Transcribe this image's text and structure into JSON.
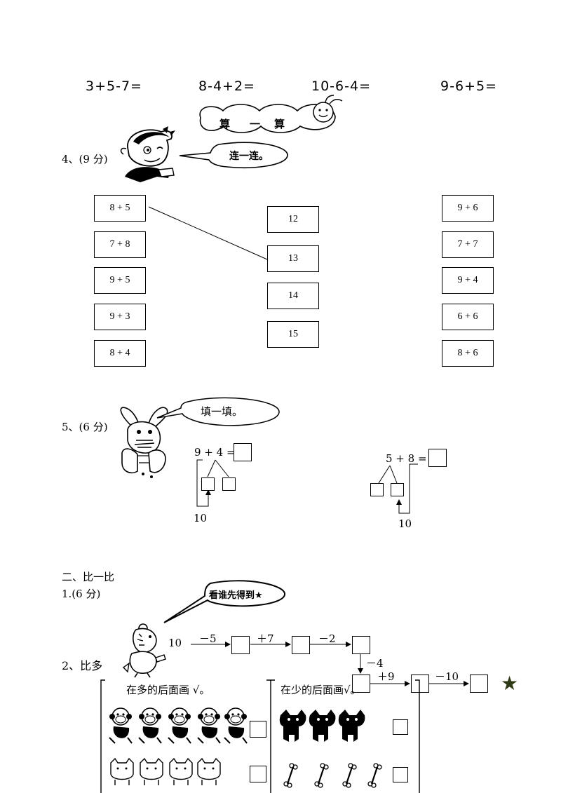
{
  "top_equations": [
    "3+5-7=",
    "8-4+2=",
    "10-6-4=",
    "9-6+5="
  ],
  "caterpillar": {
    "chars": [
      "算",
      "一",
      "算"
    ]
  },
  "q4": {
    "label": "4、(9 分)",
    "bubble": "连一连。",
    "left": [
      "8 + 5",
      "7 + 8",
      "9 + 5",
      "9 + 3",
      "8 + 4"
    ],
    "middle": [
      "12",
      "13",
      "14",
      "15"
    ],
    "right": [
      "9 + 6",
      "7 + 7",
      "9 + 4",
      "6 + 6",
      "8 + 6"
    ]
  },
  "q5": {
    "label": "5、(6 分)",
    "bubble": "填一填。",
    "left_eq": "9 + 4 =",
    "left_ten": "10",
    "right_eq": "5 + 8 =",
    "right_ten": "10"
  },
  "section2": {
    "title": "二、比一比",
    "q1_label": "1.(6 分)",
    "bubble": "看谁先得到★",
    "start": "10",
    "ops": [
      "－5",
      "＋7",
      "－2",
      "－4",
      "＋9",
      "－10"
    ],
    "star": "★"
  },
  "q2": {
    "label": "2、比多",
    "left_instruction": "在多的后面画 √。",
    "right_instruction": "在少的后面画√。"
  }
}
